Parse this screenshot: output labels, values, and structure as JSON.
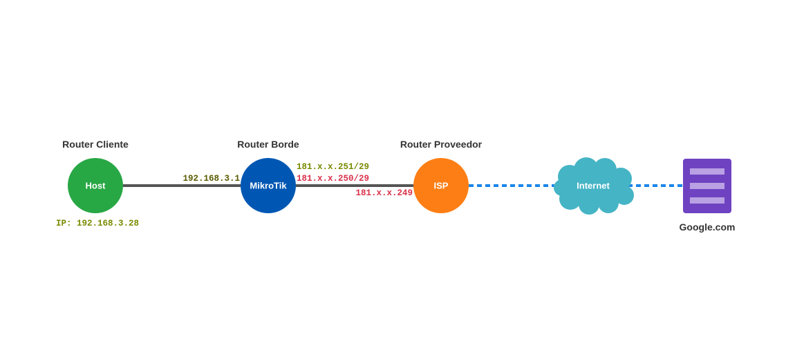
{
  "colors": {
    "host_node": "#28A745",
    "mikrotik_node": "#0057B3",
    "isp_node": "#FD7E14",
    "cloud": "#45B4C5",
    "server": "#6F42C1",
    "server_bars": "#B9A1E3",
    "wire": "#555555",
    "dotted_link": "#1A86E8",
    "ip_olive": "#7A8A00",
    "ip_dark_olive": "#5A5A00",
    "ip_red": "#D9334A",
    "heading_text": "#333333"
  },
  "nodes": {
    "host": {
      "heading": "Router Cliente",
      "label": "Host",
      "ip": "IP: 192.168.3.28",
      "icon": "circle-node"
    },
    "mikrotik": {
      "heading": "Router Borde",
      "label": "MikroTik",
      "icon": "circle-node"
    },
    "isp": {
      "heading": "Router Proveedor",
      "label": "ISP",
      "icon": "circle-node"
    },
    "internet": {
      "label": "Internet",
      "icon": "cloud-icon"
    },
    "google": {
      "label": "Google.com",
      "icon": "server-icon"
    }
  },
  "links": {
    "host_mikrotik": {
      "ip": "192.168.3.1",
      "style": "solid"
    },
    "mikrotik_isp": {
      "ip_left_1": "181.x.x.251/29",
      "ip_left_2": "181.x.x.250/29",
      "ip_right": "181.x.x.249",
      "style": "solid"
    },
    "isp_internet": {
      "style": "dotted"
    },
    "internet_google": {
      "style": "dotted"
    }
  }
}
